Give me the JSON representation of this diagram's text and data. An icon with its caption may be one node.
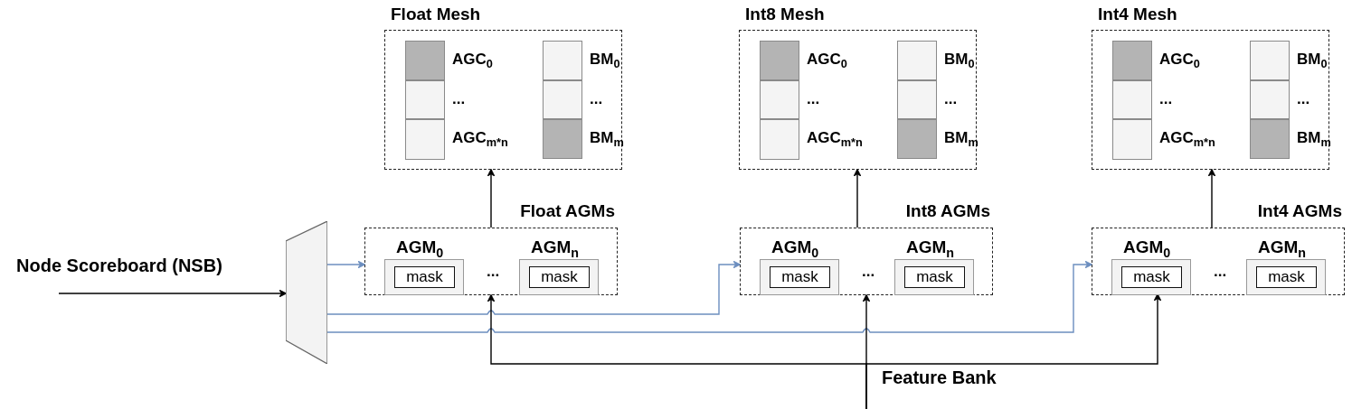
{
  "diagram": {
    "nodes": [
      {
        "text": [
          "Float Mesh"
        ]
      },
      {
        "text": [],
        "shape": "box",
        "in": 0,
        "beside": [
          "AGC$_{0}$"
        ]
      },
      {
        "text": [],
        "shape": "box",
        "in": 0,
        "beside": [
          "BM$_{0}$"
        ]
      },
      {
        "text": [],
        "shape": "box",
        "in": 0,
        "beside": [
          "..."
        ]
      },
      {
        "text": [],
        "shape": "box",
        "in": 0,
        "beside": [
          "..."
        ]
      },
      {
        "text": [],
        "shape": "box",
        "in": 0,
        "beside": [
          "AGC$_{m*n}$"
        ]
      },
      {
        "text": [],
        "shape": "box",
        "in": 0,
        "beside": [
          "BM$_{m}$"
        ]
      },
      {
        "text": [
          "Int8 Mesh"
        ]
      },
      {
        "text": [],
        "shape": "box",
        "in": 7,
        "beside": [
          "AGC$_{0}$"
        ]
      },
      {
        "text": [],
        "shape": "box",
        "in": 7,
        "beside": [
          "BM$_{0}$"
        ]
      },
      {
        "text": [],
        "shape": "box",
        "in": 7,
        "beside": [
          "..."
        ]
      },
      {
        "text": [],
        "shape": "box",
        "in": 7,
        "beside": [
          "..."
        ]
      },
      {
        "text": [],
        "shape": "box",
        "in": 7,
        "beside": [
          "AGC$_{m*n}$"
        ]
      },
      {
        "text": [],
        "shape": "box",
        "in": 7,
        "beside": [
          "BM$_{m}$"
        ]
      },
      {
        "text": [
          "Int4 Mesh"
        ]
      },
      {
        "text": [],
        "shape": "box",
        "in": 14,
        "beside": [
          "AGC$_{0}$"
        ]
      },
      {
        "text": [],
        "shape": "box",
        "in": 14,
        "beside": [
          "BM$_{0}$"
        ]
      },
      {
        "text": [],
        "shape": "box",
        "in": 14,
        "beside": [
          "..."
        ]
      },
      {
        "text": [],
        "shape": "box",
        "in": 14,
        "beside": [
          "..."
        ]
      },
      {
        "text": [],
        "shape": "box",
        "in": 14,
        "beside": [
          "AGC$_{m*n}$"
        ]
      },
      {
        "text": [],
        "shape": "box",
        "in": 14,
        "beside": [
          "BM$_{m}$"
        ]
      },
      {
        "text": [
          "Node Scoreboard (NSB)"
        ]
      },
      {
        "text": [],
        "shape": "trapezoid"
      },
      {
        "text": [
          "Float AGMs",
          "..."
        ]
      },
      {
        "text": [
          "AGM$_{0}$"
        ],
        "in": 23
      },
      {
        "text": [
          "mask"
        ],
        "in": 24
      },
      {
        "text": [
          "AGM$_{n}$"
        ],
        "in": 23
      },
      {
        "text": [
          "mask"
        ],
        "in": 26
      },
      {
        "text": [
          "Int8 AGMs",
          "..."
        ]
      },
      {
        "text": [
          "AGM$_{0}$"
        ],
        "in": 28
      },
      {
        "text": [
          "mask"
        ],
        "in": 29
      },
      {
        "text": [
          "AGM$_{n}$"
        ],
        "in": 28
      },
      {
        "text": [
          "mask"
        ],
        "in": 31
      },
      {
        "text": [
          "Int4 AGMs",
          "..."
        ]
      },
      {
        "text": [
          "AGM$_{0}$"
        ],
        "in": 33
      },
      {
        "text": [
          "mask"
        ],
        "in": 34
      },
      {
        "text": [
          "AGM$_{n}$"
        ],
        "in": 33
      },
      {
        "text": [
          "mask"
        ],
        "in": 36
      }
    ],
    "edges": [
      {
        "from": 21,
        "to": 22,
        "arrow": "to"
      },
      {
        "from": 22,
        "to": 23,
        "arrow": "to",
        "color": "#6c8ebf"
      },
      {
        "from": 22,
        "to": 28,
        "arrow": "to",
        "color": "#6c8ebf"
      },
      {
        "from": 22,
        "to": 33,
        "arrow": "to",
        "color": "#6c8ebf"
      },
      {
        "from": 23,
        "to": 0,
        "arrow": "to"
      },
      {
        "from": 28,
        "to": 7,
        "arrow": "to"
      },
      {
        "from": 33,
        "to": 14,
        "arrow": "to"
      },
      {
        "from": null,
        "to": 23,
        "arrow": "to"
      },
      {
        "from": null,
        "to": 28,
        "arrow": "to"
      },
      {
        "from": null,
        "to": 34,
        "arrow": "to"
      }
    ],
    "labels": [
      "Feature Bank"
    ]
  }
}
